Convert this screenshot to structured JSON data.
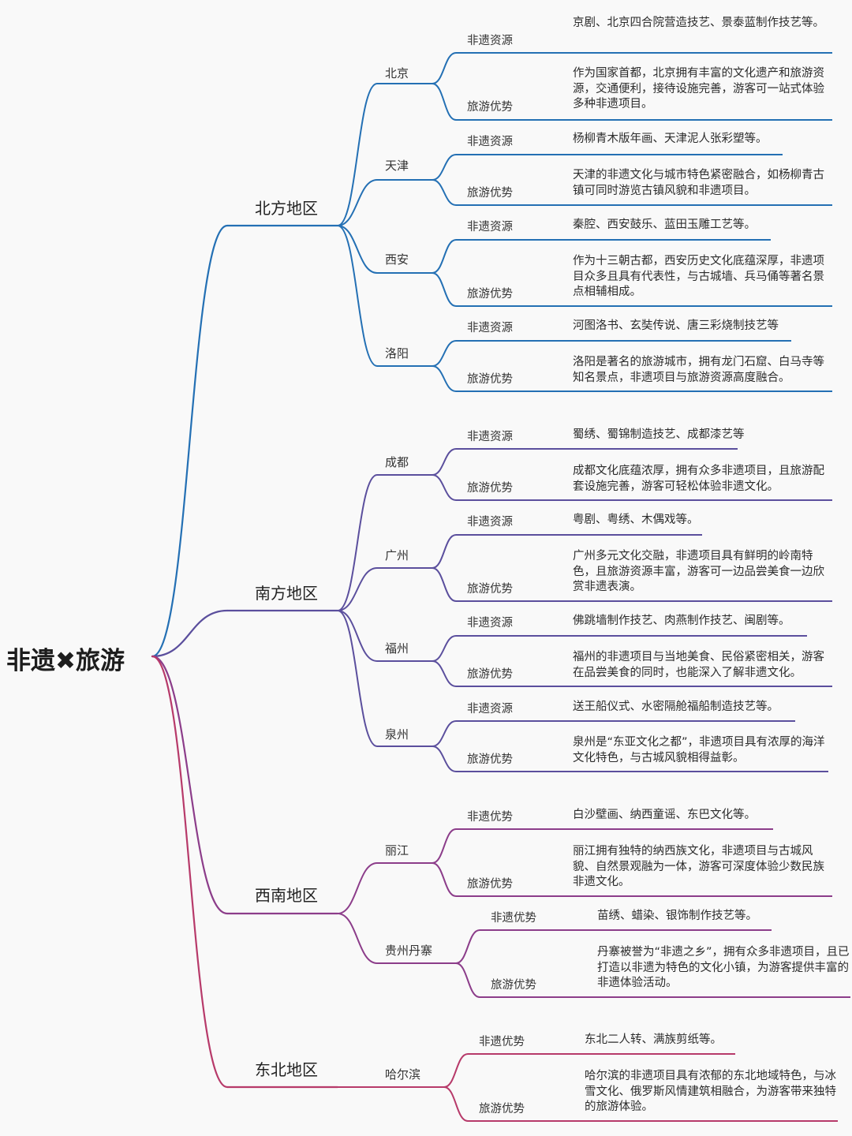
{
  "root": "非遗✖旅游",
  "regions": [
    {
      "name": "北方地区",
      "color": "#2470b4",
      "cities": [
        {
          "name": "北京",
          "items": [
            {
              "label": "非遗资源",
              "text": "京剧、北京四合院营造技艺、景泰蓝制作技艺等。"
            },
            {
              "label": "旅游优势",
              "text": "作为国家首都，北京拥有丰富的文化遗产和旅游资源，交通便利，接待设施完善，游客可一站式体验多种非遗项目。"
            }
          ]
        },
        {
          "name": "天津",
          "items": [
            {
              "label": "非遗资源",
              "text": "杨柳青木版年画、天津泥人张彩塑等。"
            },
            {
              "label": "旅游优势",
              "text": "天津的非遗文化与城市特色紧密融合，如杨柳青古镇可同时游览古镇风貌和非遗项目。"
            }
          ]
        },
        {
          "name": "西安",
          "items": [
            {
              "label": "非遗资源",
              "text": "秦腔、西安鼓乐、蓝田玉雕工艺等。"
            },
            {
              "label": "旅游优势",
              "text": "作为十三朝古都，西安历史文化底蕴深厚，非遗项目众多且具有代表性，与古城墙、兵马俑等著名景点相辅相成。"
            }
          ]
        },
        {
          "name": "洛阳",
          "items": [
            {
              "label": "非遗资源",
              "text": "河图洛书、玄奘传说、唐三彩烧制技艺等"
            },
            {
              "label": "旅游优势",
              "text": "洛阳是著名的旅游城市，拥有龙门石窟、白马寺等知名景点，非遗项目与旅游资源高度融合。"
            }
          ]
        }
      ]
    },
    {
      "name": "南方地区",
      "color": "#5b4f9d",
      "cities": [
        {
          "name": "成都",
          "items": [
            {
              "label": "非遗资源",
              "text": "蜀绣、蜀锦制造技艺、成都漆艺等"
            },
            {
              "label": "旅游优势",
              "text": "成都文化底蕴浓厚，拥有众多非遗项目，且旅游配套设施完善，游客可轻松体验非遗文化。"
            }
          ]
        },
        {
          "name": "广州",
          "items": [
            {
              "label": "非遗资源",
              "text": "粤剧、粤绣、木偶戏等。"
            },
            {
              "label": "旅游优势",
              "text": "广州多元文化交融，非遗项目具有鲜明的岭南特色，且旅游资源丰富，游客可一边品尝美食一边欣赏非遗表演。"
            }
          ]
        },
        {
          "name": "福州",
          "items": [
            {
              "label": "非遗资源",
              "text": "佛跳墙制作技艺、肉燕制作技艺、闽剧等。"
            },
            {
              "label": "旅游优势",
              "text": "福州的非遗项目与当地美食、民俗紧密相关，游客在品尝美食的同时，也能深入了解非遗文化。"
            }
          ]
        },
        {
          "name": "泉州",
          "items": [
            {
              "label": "非遗资源",
              "text": "送王船仪式、水密隔舱福船制造技艺等。"
            },
            {
              "label": "旅游优势",
              "text": "泉州是“东亚文化之都”，非遗项目具有浓厚的海洋文化特色，与古城风貌相得益彰。"
            }
          ]
        }
      ]
    },
    {
      "name": "西南地区",
      "color": "#8c3d8a",
      "cities": [
        {
          "name": "丽江",
          "items": [
            {
              "label": "非遗优势",
              "text": "白沙壁画、纳西童谣、东巴文化等。"
            },
            {
              "label": "旅游优势",
              "text": "丽江拥有独特的纳西族文化，非遗项目与古城风貌、自然景观融为一体，游客可深度体验少数民族非遗文化。"
            }
          ]
        },
        {
          "name": "贵州丹寨",
          "items": [
            {
              "label": "非遗优势",
              "text": "苗绣、蜡染、银饰制作技艺等。"
            },
            {
              "label": "旅游优势",
              "text": "丹寨被誉为“非遗之乡”，拥有众多非遗项目，且已打造以非遗为特色的文化小镇，为游客提供丰富的非遗体验活动。"
            }
          ]
        }
      ]
    },
    {
      "name": "东北地区",
      "color": "#b73a6a",
      "cities": [
        {
          "name": "哈尔滨",
          "items": [
            {
              "label": "非遗优势",
              "text": "东北二人转、满族剪纸等。"
            },
            {
              "label": "旅游优势",
              "text": "哈尔滨的非遗项目具有浓郁的东北地域特色，与冰雪文化、俄罗斯风情建筑相融合，为游客带来独特的旅游体验。"
            }
          ]
        }
      ]
    }
  ]
}
